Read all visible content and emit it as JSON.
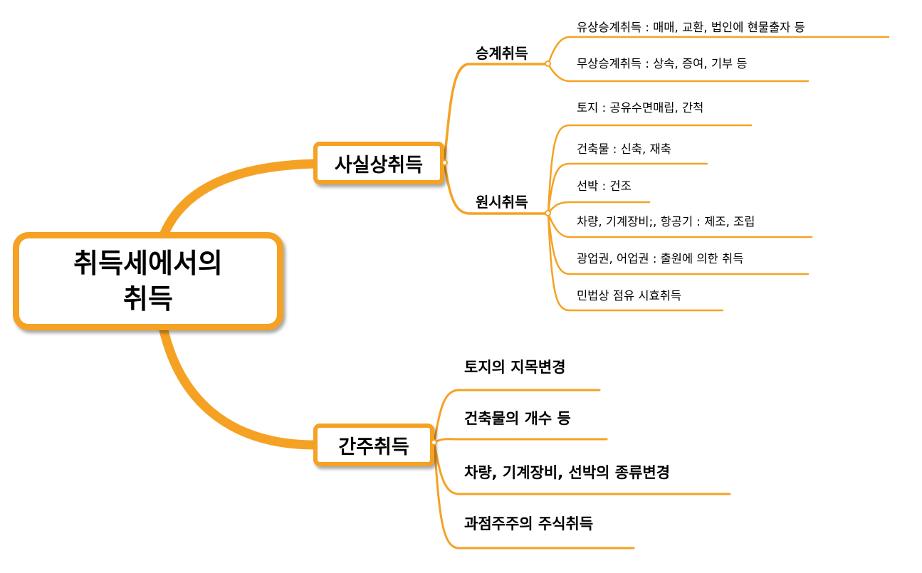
{
  "root": {
    "line1": "취득세에서의",
    "line2": "취득"
  },
  "branches": [
    {
      "label": "사실상취득",
      "children": [
        {
          "label": "승계취득",
          "items": [
            "유상승계취득 : 매매, 교환, 법인에 현물출자 등",
            "무상승계취득 : 상속, 증여, 기부 등"
          ]
        },
        {
          "label": "원시취득",
          "items": [
            "토지 : 공유수면매립, 간척",
            "건축물 : 신축, 재축",
            "선박 : 건조",
            "차량, 기계장비;, 항공기 : 제조, 조립",
            "광업권, 어업권 : 출원에 의한 취득",
            "민법상 점유 시효취득"
          ]
        }
      ]
    },
    {
      "label": "간주취득",
      "items": [
        "토지의 지목변경",
        "건축물의 개수 등",
        "차량, 기계장비, 선박의 종류변경",
        "과점주주의 주식취득"
      ]
    }
  ],
  "colors": {
    "branch": "#f5a224",
    "background": "#ffffff",
    "text": "#000000"
  }
}
